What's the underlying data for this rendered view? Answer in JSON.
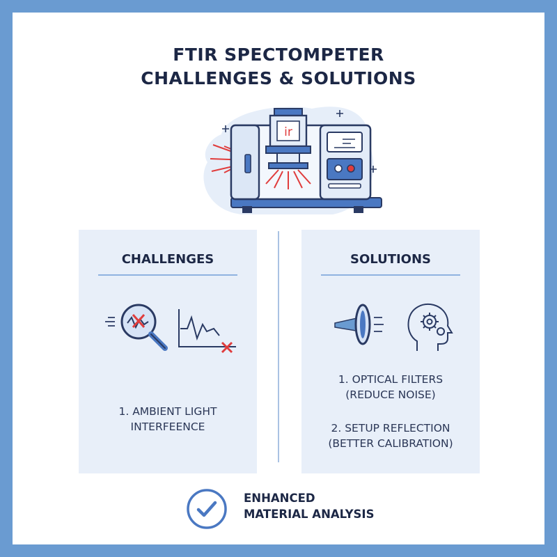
{
  "title": {
    "line1": "FTIR SPECTOMPETER",
    "line2": "CHALLENGES & SOLUTIONS"
  },
  "illustration": {
    "icon": "ftir-machine-icon",
    "window_label": "ir"
  },
  "challenges": {
    "heading": "CHALLENGES",
    "icons": [
      "magnifier-noise-x-icon",
      "signal-graph-x-icon"
    ],
    "items": [
      {
        "line1": "1. AMBIENT LIGHT",
        "line2": "INTERFEENCE"
      }
    ]
  },
  "solutions": {
    "heading": "SOLUTIONS",
    "icons": [
      "optical-filter-icon",
      "head-gear-icon"
    ],
    "items": [
      {
        "line1": "1. OPTICAL FILTERS",
        "line2": "(REDUCE NOISE)"
      },
      {
        "line1": "2. SETUP REFLECTION",
        "line2": "(BETTER CALIBRATION)"
      }
    ]
  },
  "footer": {
    "icon": "check-circle-icon",
    "line1": "ENHANCED",
    "line2": "MATERIAL ANALYSIS"
  },
  "colors": {
    "frame": "#6a9bd1",
    "accent": "#4a78c2",
    "panel": "#e8eff9",
    "alert": "#e03c3c"
  }
}
